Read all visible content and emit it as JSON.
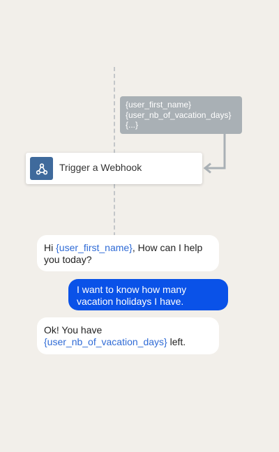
{
  "variables_box": {
    "lines": [
      "{user_first_name}",
      "{user_nb_of_vacation_days}",
      "{...}"
    ]
  },
  "webhook_card": {
    "icon": "webhook-icon",
    "label": "Trigger a Webhook"
  },
  "chat": {
    "bot_message_1": {
      "prefix": "Hi ",
      "variable": "{user_first_name}",
      "suffix": ", How can I help you today?"
    },
    "user_message_1": {
      "text": "I want to know how many vacation holidays I have."
    },
    "bot_message_2": {
      "prefix": "Ok! You have ",
      "variable": "{user_nb_of_vacation_days}",
      "suffix": " left."
    }
  },
  "colors": {
    "background": "#f2efea",
    "variables_box": "#a9b0b5",
    "webhook_icon_bg": "#3f6a9c",
    "user_bubble": "#0a52e8",
    "variable_text": "#2f6bd6"
  }
}
